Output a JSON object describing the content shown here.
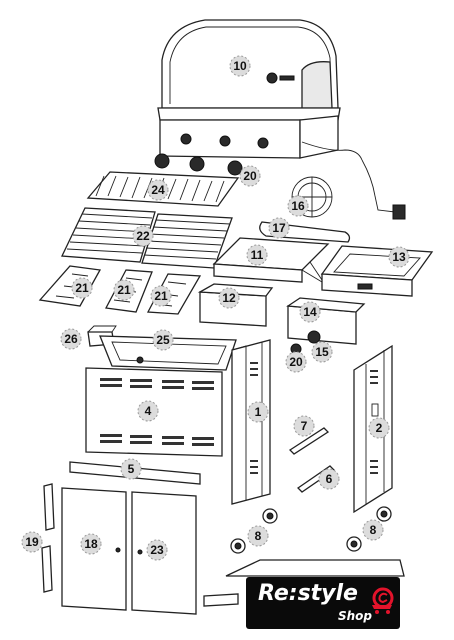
{
  "diagram": {
    "part_numbers": [
      "10",
      "20",
      "24",
      "16",
      "22",
      "17",
      "11",
      "13",
      "21",
      "21",
      "21",
      "12",
      "14",
      "26",
      "25",
      "15",
      "20",
      "4",
      "1",
      "7",
      "2",
      "5",
      "6",
      "8",
      "8",
      "19",
      "18",
      "23"
    ],
    "brand": {
      "main": "Re:style",
      "sub": "Shop",
      "cart_icon": "shopping-cart-icon",
      "colors": {
        "background": "#0a0a0a",
        "text": "#ffffff",
        "accent": "#e3132b"
      }
    }
  }
}
